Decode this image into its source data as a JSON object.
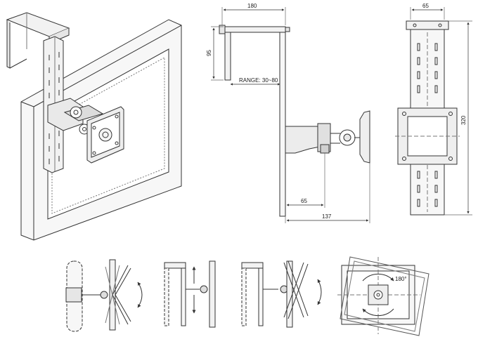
{
  "drawings": {
    "iso_view": {},
    "side_view": {
      "width_label": "180",
      "height_label": "95",
      "range_label": "RANGE: 30~80",
      "arm_offset_label": "65",
      "depth_label": "137"
    },
    "front_view": {
      "width_label": "65",
      "height_label": "320"
    },
    "motion_views": {
      "rotation_label": "180°"
    }
  },
  "colors": {
    "line": "#333333",
    "fill_light": "#f2f2f2",
    "fill_mid": "#d9d9d9"
  }
}
